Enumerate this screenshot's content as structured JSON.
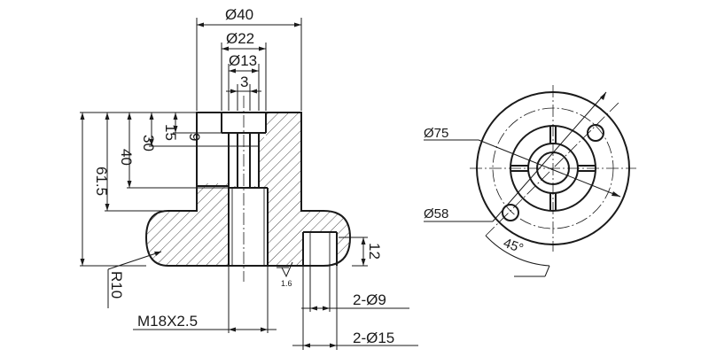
{
  "drawing": {
    "top_dims": {
      "d40": "Ø40",
      "d22": "Ø22",
      "d13": "Ø13",
      "w3": "3"
    },
    "left_dims": {
      "h9": "9",
      "h15": "15",
      "h30": "30",
      "h40": "40",
      "h615": "61.5"
    },
    "bottom_dims": {
      "radius": "R10",
      "thread": "M18X2.5",
      "holes9": "2-Ø9",
      "holes15": "2-Ø15"
    },
    "right_dims": {
      "h12": "12"
    },
    "roughness": "1.6",
    "plan_view": {
      "d75": "Ø75",
      "d58": "Ø58",
      "angle": "45°"
    }
  }
}
